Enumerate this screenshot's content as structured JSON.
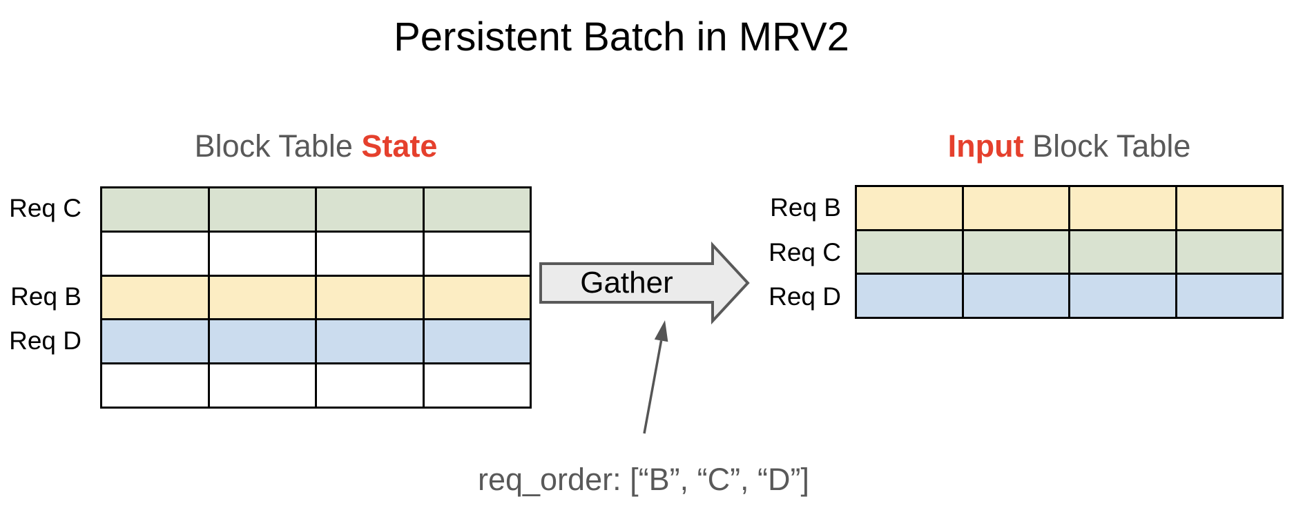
{
  "title": "Persistent Batch in MRV2",
  "colors": {
    "green": "#d9e2d0",
    "white": "#ffffff",
    "yellow": "#fcedc3",
    "blue": "#cbdcee",
    "accent_red": "#e5402d",
    "heading_gray": "#595959",
    "arrow_fill": "#ebebeb",
    "arrow_stroke": "#595959"
  },
  "left_panel": {
    "heading_plain": "Block Table ",
    "heading_accent": "State",
    "row_labels": [
      "Req C",
      "Req B",
      "Req D"
    ],
    "grid": {
      "cols": 4,
      "row_colors": [
        "green",
        "white",
        "yellow",
        "blue",
        "white"
      ]
    }
  },
  "gather": {
    "label": "Gather"
  },
  "right_panel": {
    "heading_accent": "Input",
    "heading_plain": " Block Table",
    "row_labels": [
      "Req B",
      "Req C",
      "Req D"
    ],
    "grid": {
      "cols": 4,
      "row_colors": [
        "yellow",
        "green",
        "blue"
      ]
    }
  },
  "annotation": {
    "text": "req_order: [“B”, “C”, “D”]"
  }
}
